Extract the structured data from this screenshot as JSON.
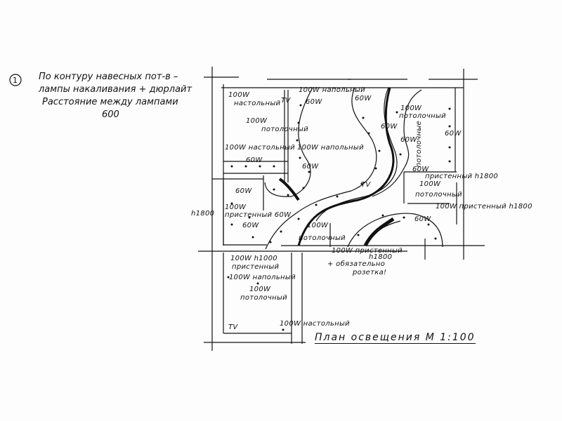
{
  "note": {
    "number": "1",
    "lines": [
      "По контуру навесных пот-в –",
      "лампы накаливания + дюрлайт",
      "Расстояние между лампами",
      "600"
    ]
  },
  "labels": {
    "l1": "100W",
    "l2": "настольный",
    "tv1": "TV",
    "l3": "100W напольный",
    "l4": "60W",
    "l5": "60W",
    "l6": "100W",
    "l7": "потолочный",
    "l8": "100W",
    "l9": "потолочный",
    "l10": "60W",
    "l11": "60W",
    "l12": "потолочные",
    "l13": "60W",
    "l14": "100W настольный",
    "l15": "100W напольный",
    "l16": "60W",
    "l17": "60W",
    "l18": "60W",
    "l19": "пристенный h1800",
    "l20": "100W",
    "l21": "потолочный",
    "l22": "100W пристенный h1800",
    "l23": "60W",
    "tv2": "TV",
    "l24": "h1800",
    "l25": "100W",
    "l26": "пристенный 60W",
    "l27": "60W",
    "l28": "60W",
    "l29": "100W",
    "l30": "потолочный",
    "l31": "100W пристенный",
    "l32": "h1800",
    "l33": "+ обязательно",
    "l34": "розетка!",
    "l35": "100W h1000",
    "l36": "пристенный",
    "l37": "100W напольный",
    "l38": "100W",
    "l39": "потолочный",
    "tv3": "TV",
    "l40": "100W настольный"
  },
  "title": "План освещения М 1:100"
}
